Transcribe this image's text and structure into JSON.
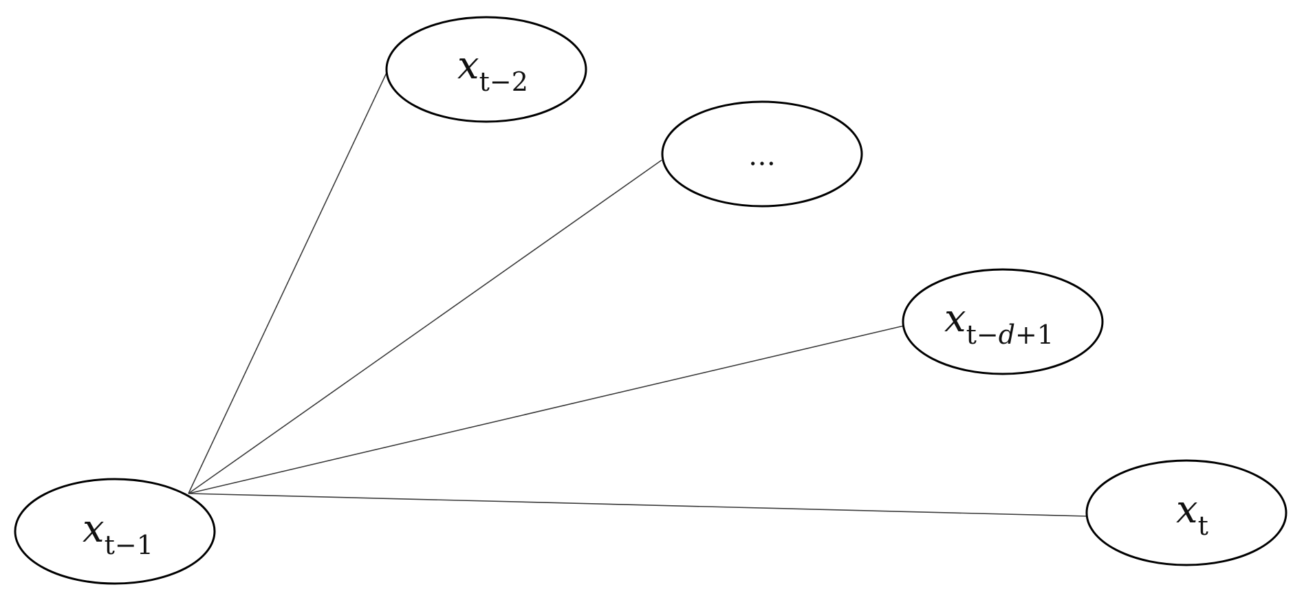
{
  "diagram": {
    "nodes": {
      "t_minus_1": {
        "var": "x",
        "sub": "t−1"
      },
      "t_minus_2": {
        "var": "x",
        "sub": "t−2"
      },
      "ellipsis": {
        "text": "…"
      },
      "t_minus_d_plus_1": {
        "var": "x",
        "sub_pre": "t−",
        "sub_d": "d",
        "sub_post": "+1"
      },
      "t": {
        "var": "x",
        "sub": "t"
      }
    },
    "edges": [
      {
        "from": "t_minus_1",
        "to": "t_minus_2"
      },
      {
        "from": "t_minus_1",
        "to": "ellipsis"
      },
      {
        "from": "t_minus_1",
        "to": "t_minus_d_plus_1"
      },
      {
        "from": "t_minus_1",
        "to": "t"
      }
    ]
  }
}
